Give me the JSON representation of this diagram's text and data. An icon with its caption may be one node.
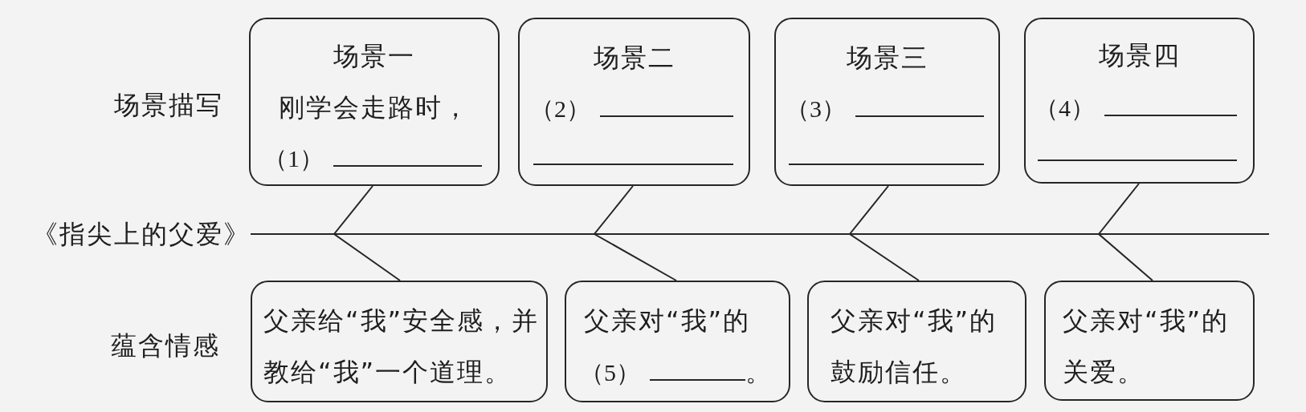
{
  "diagram": {
    "nodes": [
      {
        "text": [
          "场景一",
          "刚学会走路时，",
          "（1）"
        ]
      },
      {
        "text": [
          "场景二",
          "（2）"
        ]
      },
      {
        "text": [
          "场景三",
          "（3）"
        ]
      },
      {
        "text": [
          "场景四",
          "（4）"
        ]
      },
      {
        "text": [
          "《指尖上的父爱》"
        ]
      },
      {
        "text": [
          "父亲给“我”安全感，并教给“我”一个道理。"
        ]
      },
      {
        "text": [
          "父亲对“我”的",
          "（5）",
          "。"
        ]
      },
      {
        "text": [
          "父亲对“我”的鼓励信任。"
        ]
      },
      {
        "text": [
          "父亲对“我”的关爱。"
        ]
      }
    ],
    "edges": [
      {
        "from": 4,
        "to": null,
        "arrow": "none"
      },
      {
        "from": 0,
        "to": 5,
        "arrow": "none"
      },
      {
        "from": 1,
        "to": 6,
        "arrow": "none"
      },
      {
        "from": 2,
        "to": 7,
        "arrow": "none"
      },
      {
        "from": 3,
        "to": 8,
        "arrow": "none"
      }
    ],
    "labels": [
      "场景描写",
      "蕴含情感"
    ]
  }
}
